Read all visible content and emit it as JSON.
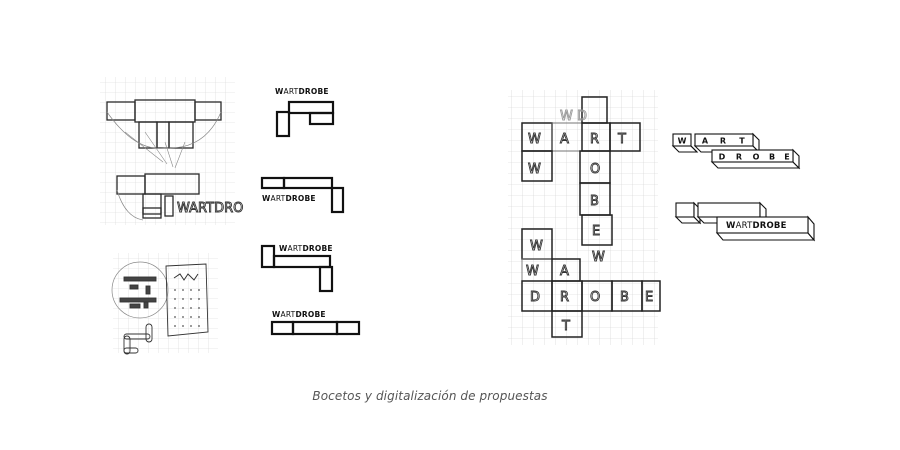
{
  "caption": "Bocetos y digitalización de propuestas",
  "logos": {
    "logo1": {
      "w": "W",
      "art": "ART",
      "drobe": "DROBE"
    },
    "logo2": {
      "w": "W",
      "art": "ART",
      "drobe": "DROBE"
    },
    "logo3": {
      "w": "W",
      "art": "ART",
      "drobe": "DROBE"
    },
    "logo4": {
      "w": "W",
      "art": "ART",
      "drobe": "DROBE"
    },
    "logo3d_block": {
      "w": "W",
      "art": "ART",
      "drobe": "DROBE"
    }
  },
  "cube_logo": {
    "row1": [
      "W",
      "A",
      "R",
      "T"
    ],
    "row2": [
      "D",
      "R",
      "O",
      "B",
      "E"
    ]
  },
  "sketches": {
    "top_left_label": "WARTDRO",
    "crossword_letters": {
      "top_ghost": "W D",
      "row_wart": [
        "W",
        "A",
        "R",
        "T"
      ],
      "col": [
        "W",
        "O",
        "B",
        "E",
        "W"
      ],
      "bottom_left": [
        "W",
        "W",
        "A"
      ],
      "row_drobe": [
        "D",
        "R",
        "O",
        "B",
        "E"
      ],
      "bottom": "T"
    }
  },
  "colors": {
    "ink": "#111111",
    "sketch": "#333333",
    "grid": "#cfcfcf",
    "caption": "#555555",
    "background": "#ffffff"
  }
}
